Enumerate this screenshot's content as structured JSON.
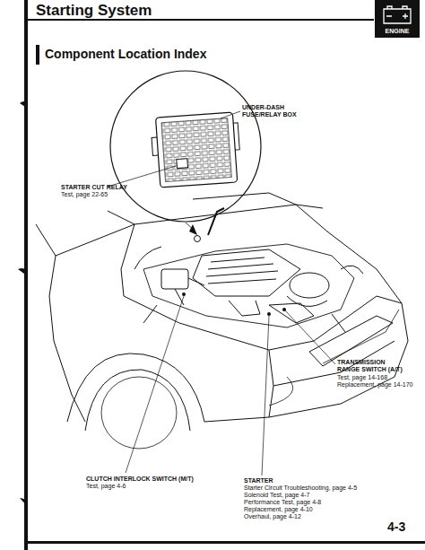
{
  "diagram": {
    "title": "Starting System",
    "nodes": [
      {
        "text": [
          "ENGINE"
        ]
      }
    ],
    "labels": [
      "Component Location Index",
      "UNDER-DASH FUSE/RELAY BOX",
      "STARTER CUT RELAY",
      "Test, page 22-65",
      "TRANSMISSION RANGE SWITCH (A/T)",
      "Test, page 14-168",
      "Replacement, page 14-170",
      "CLUTCH INTERLOCK SWITCH (M/T)",
      "Test, page 4-6",
      "STARTER",
      "Starter Circuit Troubleshooting, page 4-5",
      "Solenoid Test, page 4-7",
      "Performance Test, page 4-8",
      "Replacement, page 4-10",
      "Overhaul, page 4-12",
      "4-3"
    ]
  }
}
